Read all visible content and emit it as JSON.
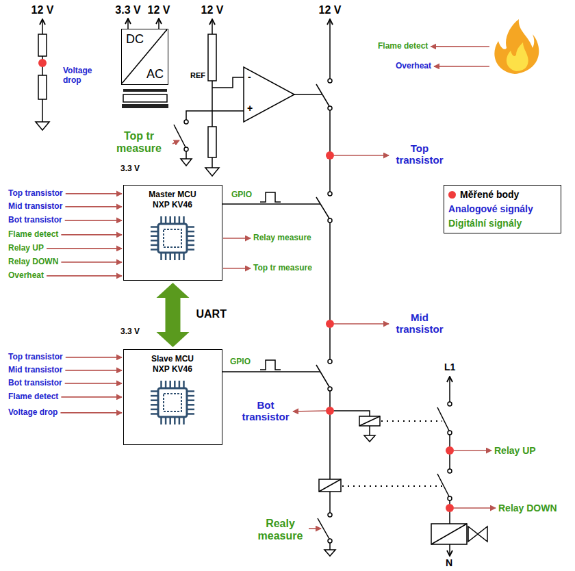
{
  "diagram": {
    "nodes": [
      {
        "text": [
          "DC",
          "AC"
        ]
      },
      {
        "text": [
          "Master MCU NXP KV46"
        ]
      },
      {
        "text": [
          "Slave MCU NXP KV46"
        ]
      }
    ],
    "edges": [
      {
        "from": 1,
        "to": 2,
        "arrow": "both",
        "label": "UART"
      }
    ],
    "labels": [
      "12 V",
      "Voltage drop",
      "3.3 V",
      "12 V",
      "12 V",
      "REF",
      "-",
      "+",
      "12 V",
      "Flame detect",
      "Overheat",
      "Top tr measure",
      "Top transistor",
      "3.3 V",
      "Top transistor",
      "Mid transistor",
      "Bot transistor",
      "Flame detect",
      "Relay UP",
      "Relay DOWN",
      "Overheat",
      "GPIO",
      "Relay measure",
      "Top tr measure",
      "Mid transistor",
      "3.3 V",
      "Top transistor",
      "Mid transistor",
      "Bot transistor",
      "Flame detect",
      "Voltage drop",
      "GPIO",
      "Bot transistor",
      "L1",
      "Relay UP",
      "Relay DOWN",
      "Realy measure",
      "N"
    ],
    "legend": [
      {
        "text": "Měřené body",
        "color": "#f03c3c"
      },
      {
        "text": "Analogové signály"
      },
      {
        "text": "Digitální signály"
      }
    ]
  }
}
